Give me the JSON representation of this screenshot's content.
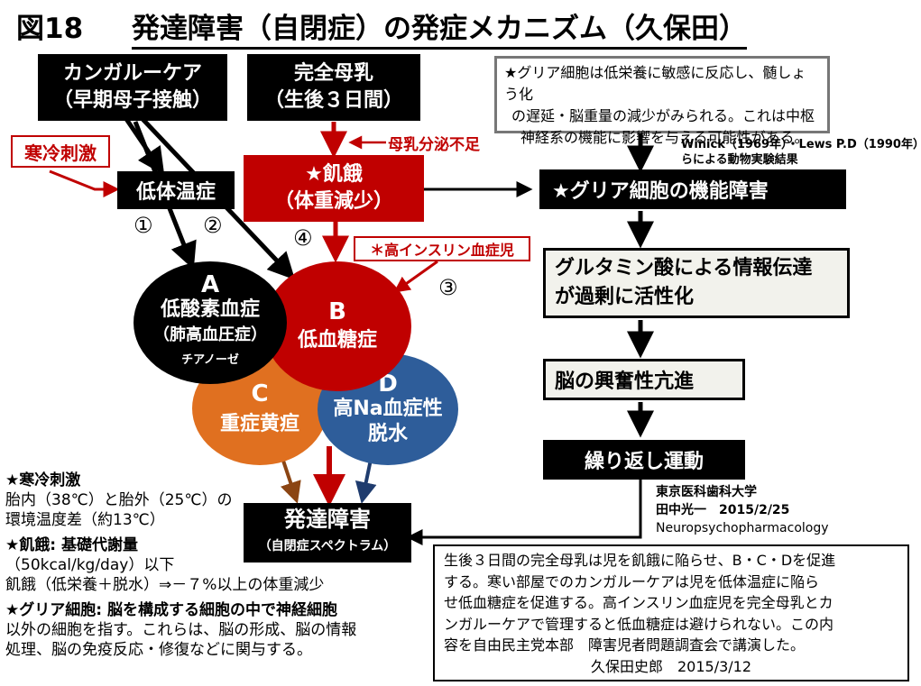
{
  "title": {
    "number": "図18",
    "main": "発達障害（自閉症）の発症メカニズム（久保田）"
  },
  "kangaroo": {
    "line1": "カンガルーケア",
    "line2": "（早期母子接触）"
  },
  "breastmilk": {
    "line1": "完全母乳",
    "line2": "（生後３日間）"
  },
  "cold_stimulus": "寒冷刺激",
  "hypothermia": "低体温症",
  "milk_shortage": "母乳分泌不足",
  "starvation": {
    "line1": "★飢餓",
    "line2": "（体重減少）"
  },
  "hyperinsulin": "＊高インスリン血症児",
  "markers": {
    "m1": "①",
    "m2": "②",
    "m3": "③",
    "m4": "④"
  },
  "glia_note": {
    "line1": "★グリア細胞は低栄養に敏感に反応し、髄しょう化",
    "line2": "の遅延・脳重量の減少がみられる。これは中枢",
    "line3": "神経系の機能に影響を与える可能性がある。"
  },
  "reference": {
    "line1": "Winick（1969年）・Lews P.D（1990年）",
    "line2": "らによる動物実験結果"
  },
  "glia_dysfunction": "★グリア細胞の機能障害",
  "glutamate": {
    "line1": "グルタミン酸による情報伝達",
    "line2": "が過剰に活性化"
  },
  "brain_excitability": "脳の興奮性亢進",
  "repetitive": "繰り返し運動",
  "circle_a": {
    "letter": "A",
    "line1": "低酸素血症",
    "line2": "（肺高血圧症）",
    "line3": "チアノーゼ"
  },
  "circle_b": {
    "letter": "B",
    "line1": "低血糖症"
  },
  "circle_c": {
    "letter": "C",
    "line1": "重症黄疸"
  },
  "circle_d": {
    "letter": "D",
    "line1": "高Na血症性",
    "line2": "脱水"
  },
  "developmental": {
    "line1": "発達障害",
    "line2": "（自閉症スペクトラム）"
  },
  "author_note": {
    "line1": "東京医科歯科大学",
    "line2": "田中光一　2015/2/25",
    "line3": "Neuropsychopharmacology"
  },
  "left_notes": {
    "cold_head": "★寒冷刺激",
    "cold_1": "胎内（38℃）と胎外（25℃）の",
    "cold_2": "環境温度差（約13℃）",
    "starv_head": "★飢餓: 基礎代謝量",
    "starv_1": "（50kcal/kg/day）以下",
    "starv_2": "飢餓（低栄養＋脱水）⇒－７%以上の体重減少",
    "glia_head": "★グリア細胞: 脳を構成する細胞の中で神経細胞",
    "glia_1": "以外の細胞を指す。これらは、脳の形成、脳の情報",
    "glia_2": "処理、脳の免疫反応・修復などに関与する。"
  },
  "summary": {
    "line1": "生後３日間の完全母乳は児を飢餓に陥らせ、B・C・Dを促進",
    "line2": "する。寒い部屋でのカンガルーケアは児を低体温症に陥ら",
    "line3": "せ低血糖症を促進する。高インスリン血症児を完全母乳とカ",
    "line4": "ンガルーケアで管理すると低血糖症は避けられない。この内",
    "line5": "容を自由民主党本部　障害児者問題調査会で講演した。",
    "signature": "久保田史郎　2015/3/12"
  },
  "colors": {
    "red": "#c00000",
    "circle_c": "#e07020",
    "circle_d": "#2e5d9a",
    "brown_arrow": "#8b4513",
    "navy_arrow": "#1f3c6e"
  }
}
